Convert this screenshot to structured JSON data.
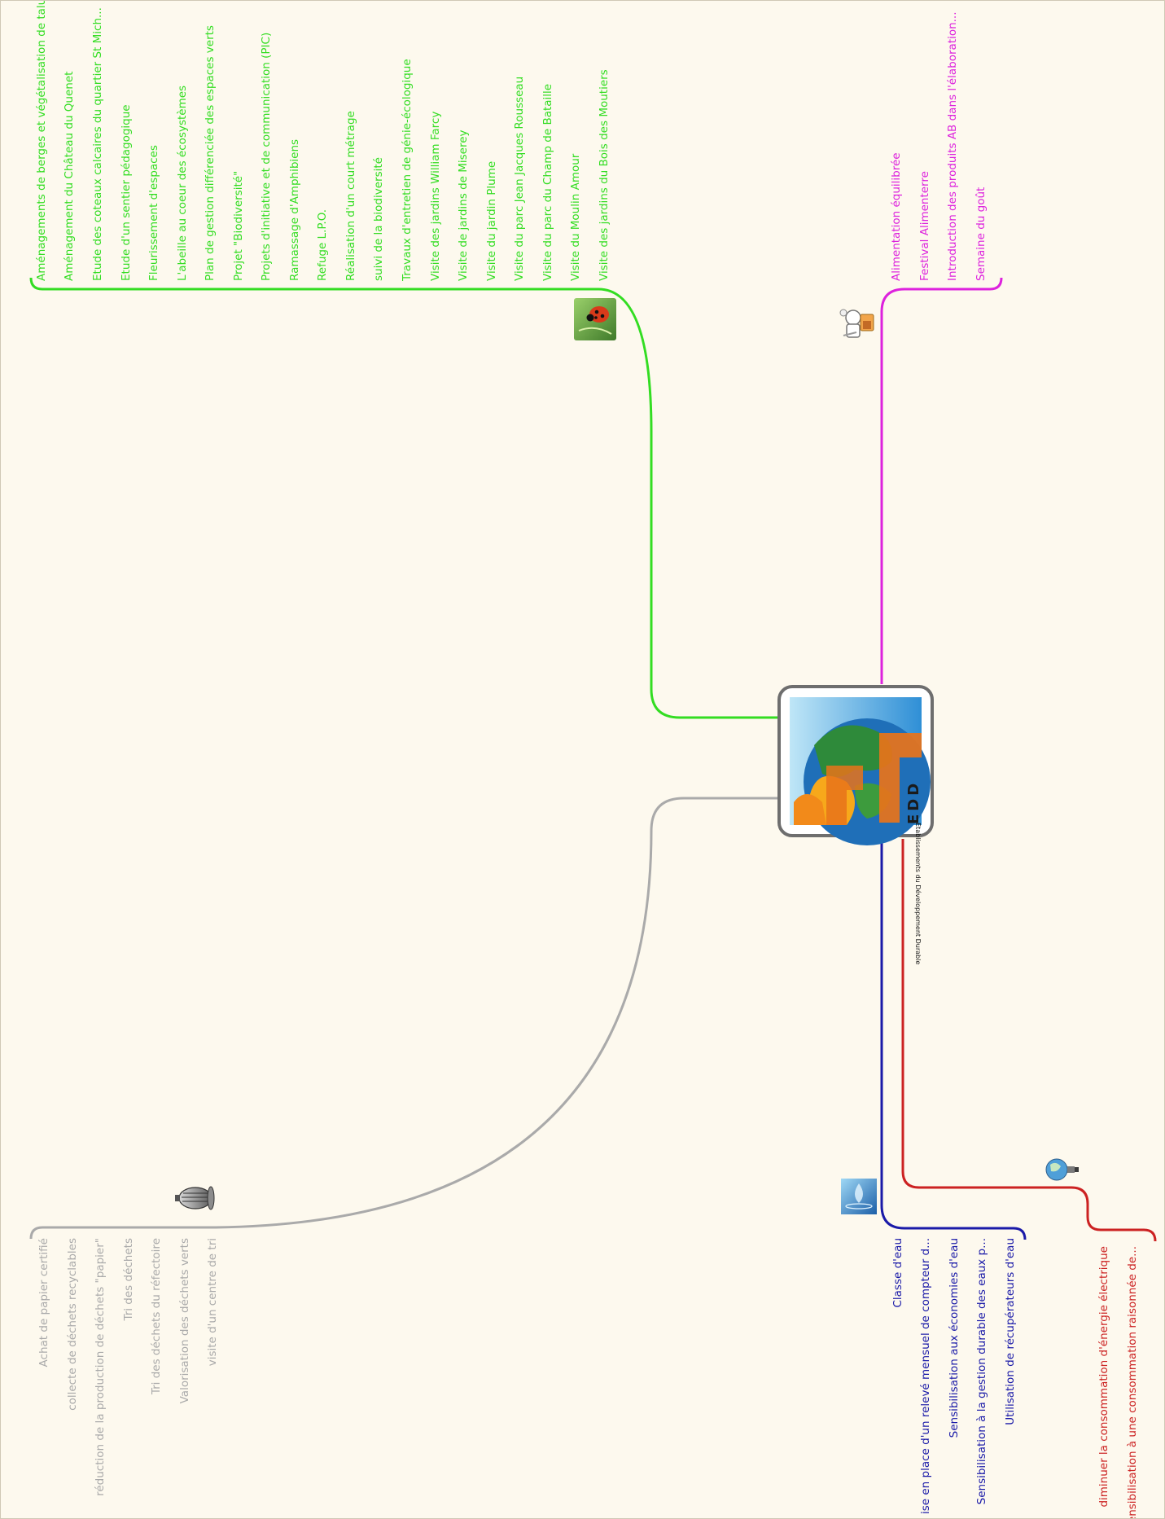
{
  "colors": {
    "background": "#fdf9ee",
    "biodiversite": "#33dd22",
    "alimentation": "#dd22dd",
    "dechets": "#aaaaaa",
    "eau": "#1a1aa8",
    "energie": "#cc2222"
  },
  "center": {
    "logo_text": "Etablissements du Développement Durable",
    "logo_letters": "EDD",
    "icon": "globe-logo-icon"
  },
  "branches": {
    "biodiversite": {
      "icon": "ladybug-icon",
      "items": [
        "Aménagements de berges et végétalisation de talus",
        "Aménagement du Château du Quenet",
        "Etude des coteaux calcaires du quartier St Mich...",
        "Etude d'un sentier pédagogique",
        "Fleurissement d'espaces",
        "L'abeille au coeur des écosystèmes",
        "Plan de gestion différenciée des espaces verts",
        "Projet \"Biodiversité\"",
        "Projets d'initiative et de communication (PIC)",
        "Ramassage d'Amphibiens",
        "Refuge L.P.O.",
        "Réalisation d'un court métrage",
        "suivi de la biodiversité",
        "Travaux d'entretien de génie-écologique",
        "Visite des jardins William Farcy",
        "Visite de jardins de Miserey",
        "Visite du jardin Plume",
        "Visite du parc Jean Jacques Rousseau",
        "Visite du parc du Champ de Bataille",
        "Visite du Moulin Amour",
        "Visite des jardins du Bois des Moutiers"
      ]
    },
    "alimentation": {
      "icon": "chef-cooking-icon",
      "items": [
        "Alimentation équilibrée",
        "Festival Alimenterre",
        "Introduction des produits AB dans l'élaboration...",
        "Semaine du goût"
      ]
    },
    "dechets": {
      "icon": "trash-can-icon",
      "items": [
        "Achat de papier certifié",
        "collecte de déchets recyclables",
        "réduction de la production de déchets \"papier\"",
        "Tri des déchets",
        "Tri des déchets du réfectoire",
        "Valorisation des déchets verts",
        "visite d'un centre de tri"
      ]
    },
    "eau": {
      "icon": "water-drop-icon",
      "items": [
        "Classe d'eau",
        "ise en place d'un relevé mensuel de compteur d...",
        "Sensibilisation aux économies d'eau",
        "Sensibilisation à la gestion durable des eaux p...",
        "Utilisation de récupérateurs d'eau"
      ]
    },
    "energie": {
      "icon": "globe-lightbulb-icon",
      "items": [
        "diminuer la consommation d'énergie électrique",
        "sensibilisation à une consommation raisonnée de..."
      ]
    }
  }
}
